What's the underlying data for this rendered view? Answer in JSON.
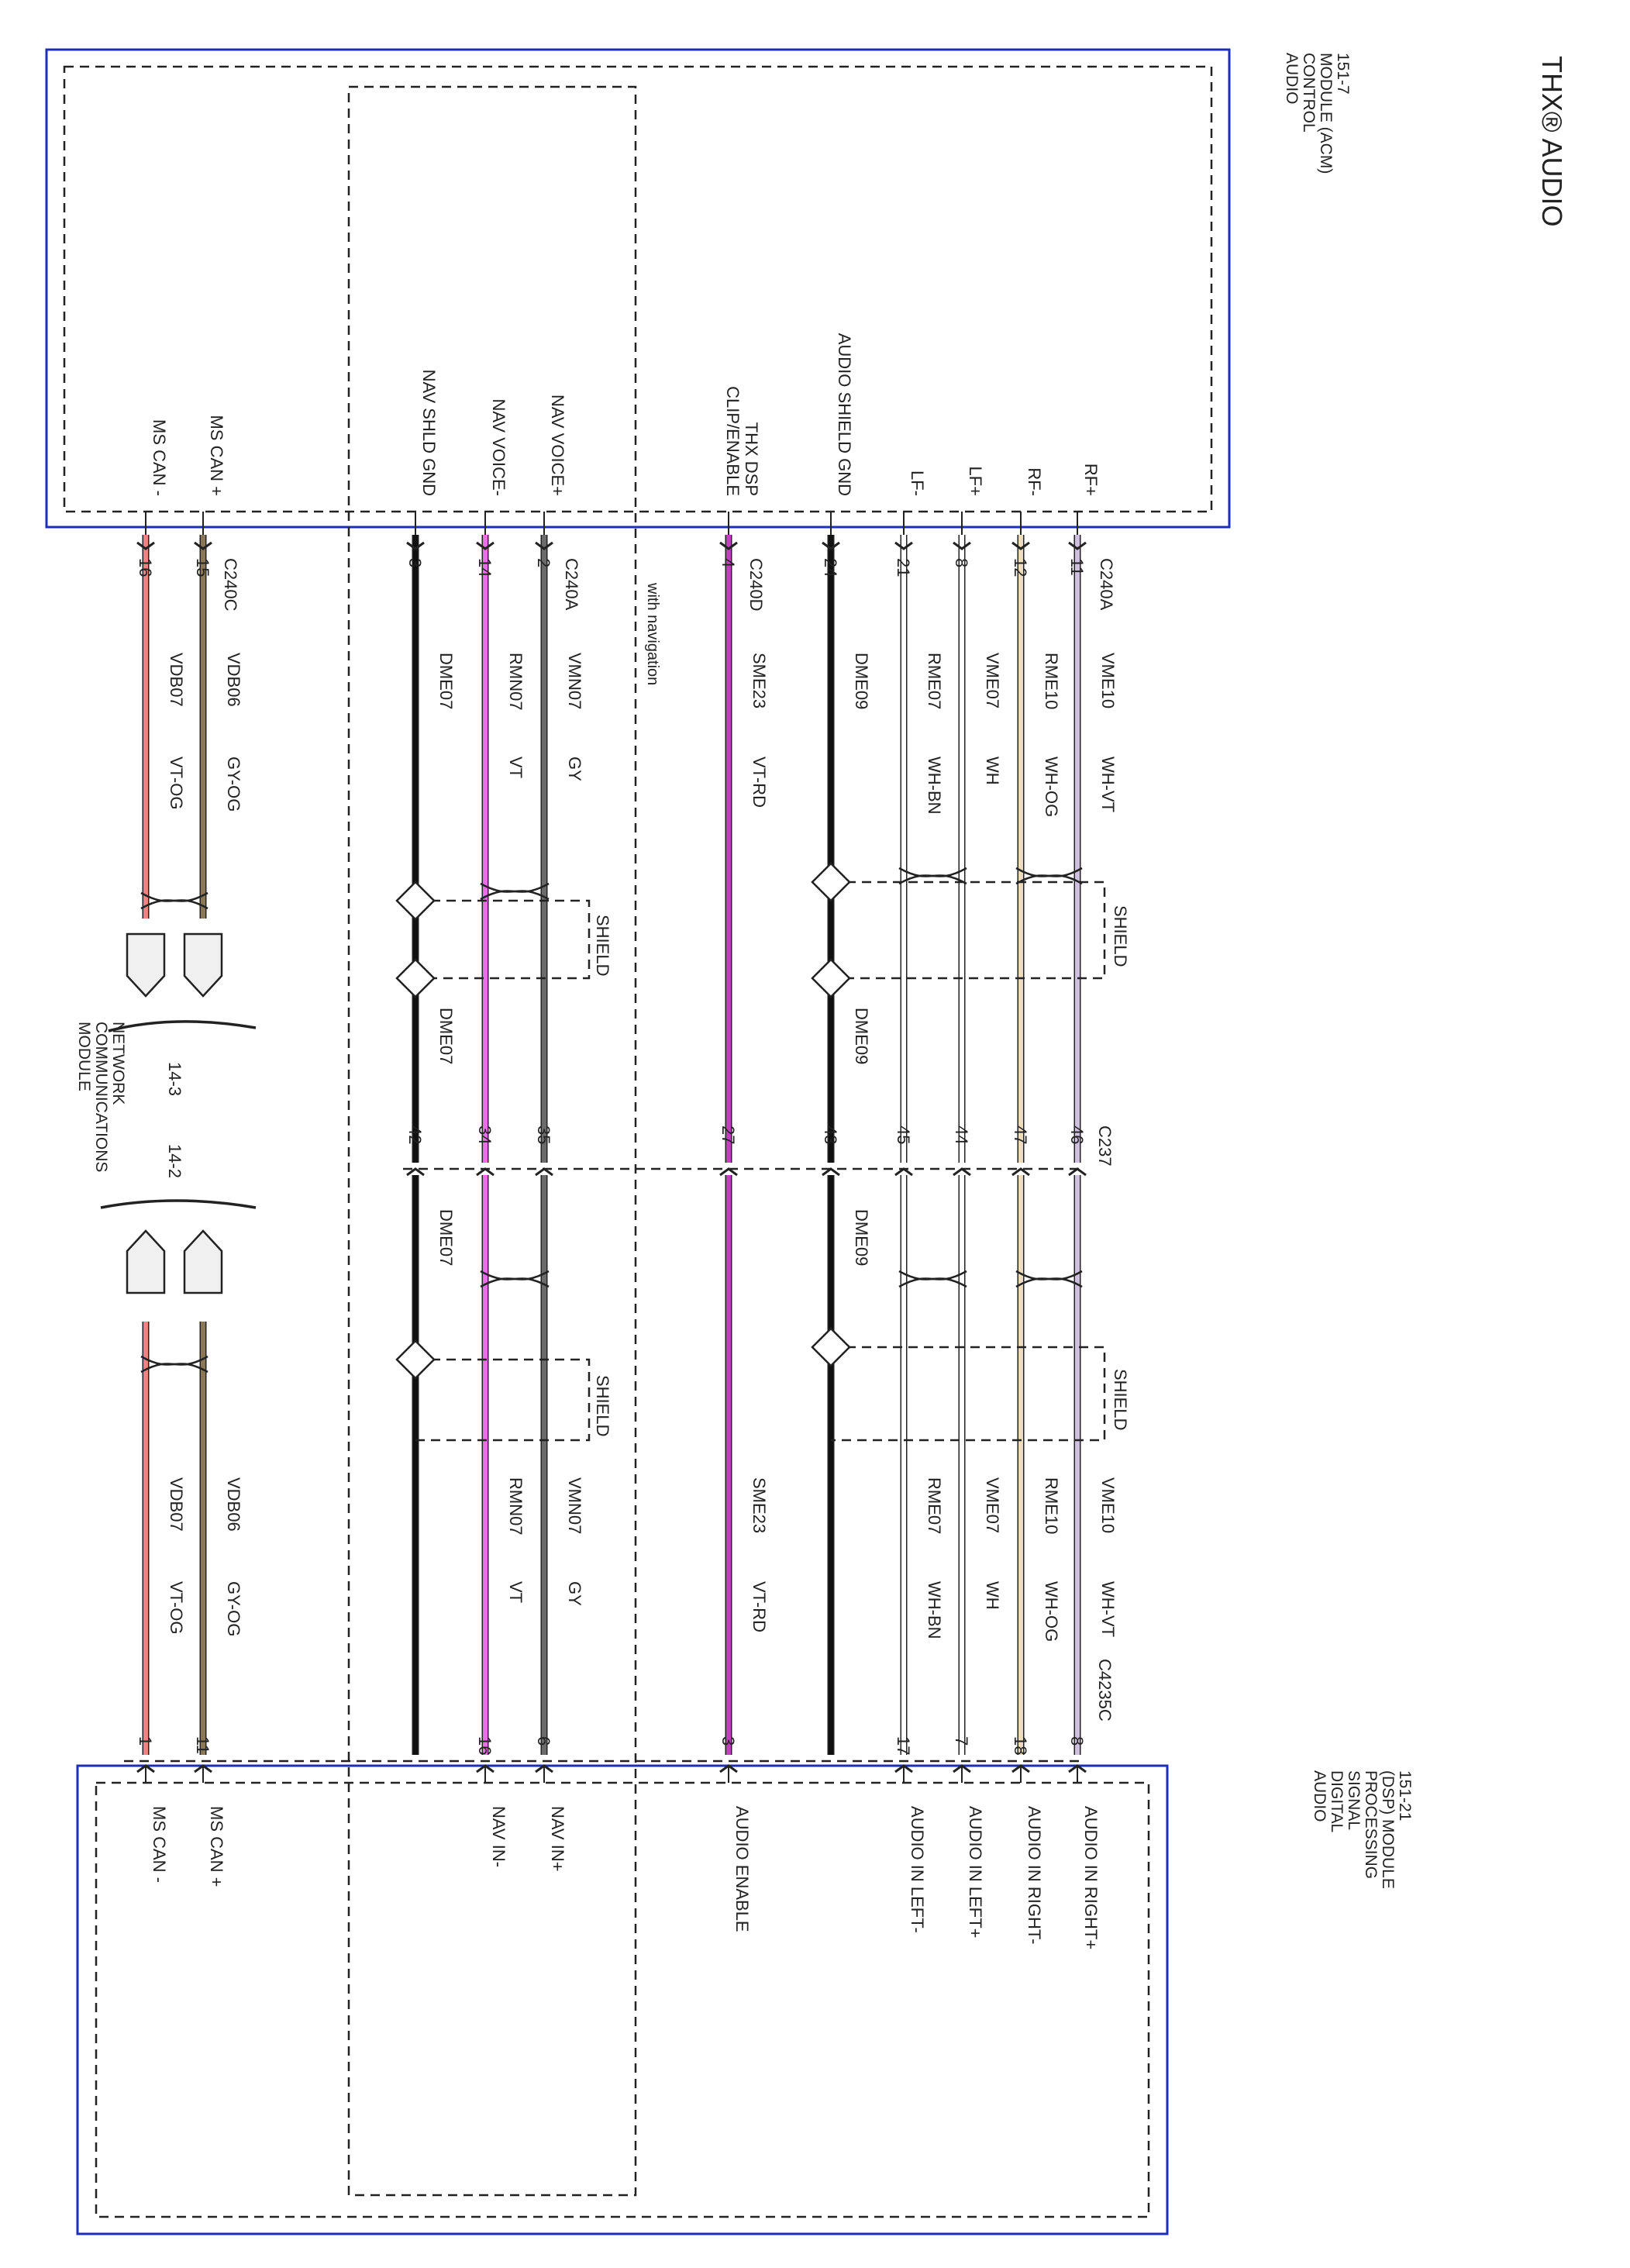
{
  "title": "THX® AUDIO",
  "acm": {
    "label": [
      "AUDIO",
      "CONTROL",
      "MODULE (ACM)",
      "151-7"
    ],
    "box_color": "#1d2fb8",
    "pin_labels": [
      "RF+",
      "RF-",
      "LF+",
      "LF-",
      "AUDIO SHIELD GND",
      "THX DSP\nCLIP/ENABLE",
      "NAV VOICE+",
      "NAV VOICE-",
      "NAV SHLD GND",
      "MS CAN +",
      "MS CAN -"
    ]
  },
  "dsp": {
    "label": [
      "AUDIO",
      "DIGITAL",
      "SIGNAL",
      "PROCESSING",
      "(DSP) MODULE",
      "151-21"
    ],
    "box_color": "#1d2fb8",
    "pin_labels": [
      "AUDIO IN RIGHT+",
      "AUDIO IN RIGHT-",
      "AUDIO IN LEFT+",
      "AUDIO IN LEFT-",
      "AUDIO ENABLE",
      "NAV IN+",
      "NAV IN-",
      "MS CAN +",
      "MS CAN -"
    ]
  },
  "connectors": {
    "c240a_top": "C240A",
    "c240d": "C240D",
    "c240a_nav": "C240A",
    "c240c": "C240C",
    "c237": "C237",
    "c4235c": "C4235C"
  },
  "nav_option_label": "with navigation",
  "shield_label": "SHIELD",
  "network": {
    "label": [
      "MODULE",
      "COMMUNICATIONS",
      "NETWORK"
    ],
    "ref_a": "14-3",
    "ref_b": "14-2"
  },
  "wires": [
    {
      "circuit": "VME10",
      "color": "WH-VT",
      "top_pin": "11",
      "c237_pin": "46",
      "bottom_pin": "8",
      "stroke": "#cfc0df"
    },
    {
      "circuit": "RME10",
      "color": "WH-OG",
      "top_pin": "12",
      "c237_pin": "47",
      "bottom_pin": "18",
      "stroke": "#efdcb8"
    },
    {
      "circuit": "VME07",
      "color": "WH",
      "top_pin": "8",
      "c237_pin": "44",
      "bottom_pin": "7",
      "stroke": "#ffffff"
    },
    {
      "circuit": "RME07",
      "color": "WH-BN",
      "top_pin": "21",
      "c237_pin": "45",
      "bottom_pin": "17",
      "stroke": "#ffffff"
    },
    {
      "circuit": "DME09",
      "color": "",
      "top_pin": "24",
      "c237_pin": "43",
      "bottom_pin": "",
      "stroke": "#111111"
    },
    {
      "circuit": "SME23",
      "color": "VT-RD",
      "top_pin": "4",
      "c237_pin": "27",
      "bottom_pin": "3",
      "stroke": "#c23fbe"
    },
    {
      "circuit": "VMN07",
      "color": "GY",
      "top_pin": "2",
      "c237_pin": "35",
      "bottom_pin": "6",
      "stroke": "#6b6b6b"
    },
    {
      "circuit": "RMN07",
      "color": "VT",
      "top_pin": "14",
      "c237_pin": "34",
      "bottom_pin": "16",
      "stroke": "#ea6fe6"
    },
    {
      "circuit": "DME07",
      "color": "",
      "top_pin": "3",
      "c237_pin": "42",
      "bottom_pin": "",
      "stroke": "#111111"
    },
    {
      "circuit": "VDB06",
      "color": "GY-OG",
      "top_pin": "15",
      "c237_pin": "",
      "bottom_pin": "11",
      "stroke": "#8a7756"
    },
    {
      "circuit": "VDB07",
      "color": "VT-OG",
      "top_pin": "16",
      "c237_pin": "",
      "bottom_pin": "1",
      "stroke": "#ef8383"
    }
  ]
}
